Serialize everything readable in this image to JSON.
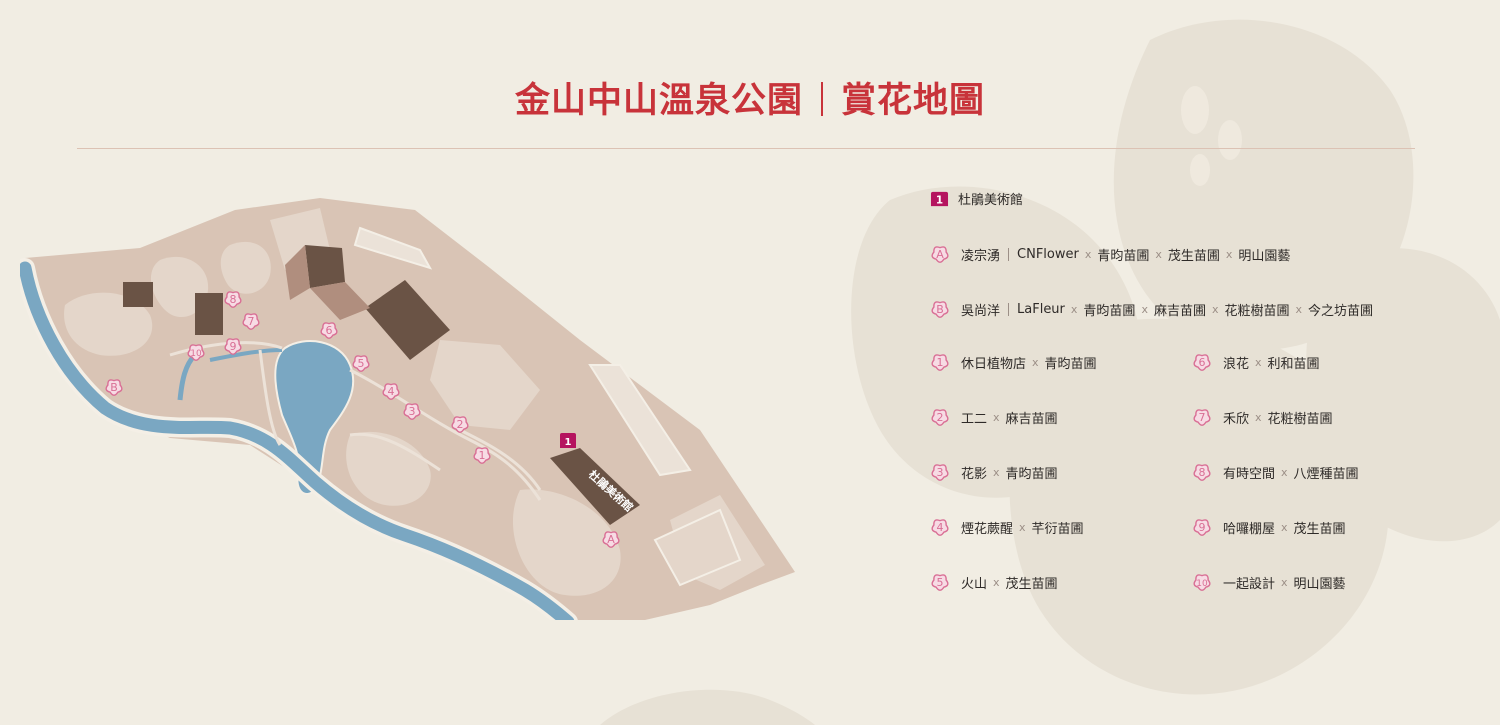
{
  "header": {
    "title_left": "金山中山溫泉公園",
    "title_right": "賞花地圖"
  },
  "colors": {
    "title_red": "#c8333a",
    "marker_pink": "#d96f95",
    "marker_fill": "#f7dbe4",
    "museum_magenta": "#b5145f",
    "building_dark": "#6a5345",
    "river_blue": "#7aa7c2",
    "ground_tan": "#d8c2b3",
    "background": "#f1ede3"
  },
  "map": {
    "museum_marker": "1",
    "museum_label": "杜鵑美術館",
    "markers": [
      "1",
      "2",
      "3",
      "4",
      "5",
      "6",
      "7",
      "8",
      "9",
      "10",
      "A",
      "B"
    ]
  },
  "legend": {
    "museum": {
      "num": "1",
      "name": "杜鵑美術館",
      "icon": "museum-square-icon"
    },
    "featured": [
      {
        "id": "A",
        "name": "凌宗湧",
        "parts": [
          "CNFlower",
          "青昀苗圃",
          "茂生苗圃",
          "明山園藝"
        ]
      },
      {
        "id": "B",
        "name": "吳尚洋",
        "parts": [
          "LaFleur",
          "青昀苗圃",
          "麻吉苗圃",
          "花粧樹苗圃",
          "今之坊苗圃"
        ]
      }
    ],
    "left_items": [
      {
        "num": "1",
        "name": "休日植物店",
        "partner": "青昀苗圃"
      },
      {
        "num": "2",
        "name": "工二",
        "partner": "麻吉苗圃"
      },
      {
        "num": "3",
        "name": "花影",
        "partner": "青昀苗圃"
      },
      {
        "num": "4",
        "name": "煙花蕨醒",
        "partner": "芊衍苗圃"
      },
      {
        "num": "5",
        "name": "火山",
        "partner": "茂生苗圃"
      }
    ],
    "right_items": [
      {
        "num": "6",
        "name": "浪花",
        "partner": "利和苗圃"
      },
      {
        "num": "7",
        "name": "禾欣",
        "partner": "花粧樹苗圃"
      },
      {
        "num": "8",
        "name": "有時空間",
        "partner": "八煙種苗圃"
      },
      {
        "num": "9",
        "name": "哈囉棚屋",
        "partner": "茂生苗圃"
      },
      {
        "num": "10",
        "name": "一起設計",
        "partner": "明山園藝"
      }
    ],
    "separator": "x",
    "marker_icon": "flower-marker-icon"
  }
}
